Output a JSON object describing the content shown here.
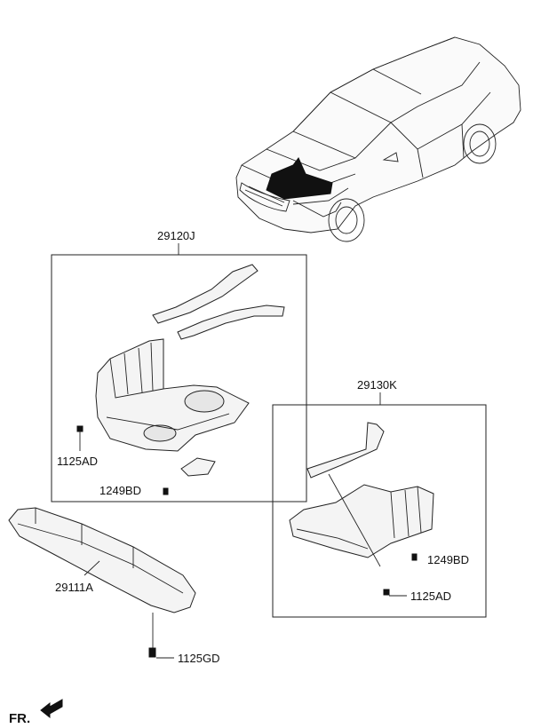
{
  "labels": {
    "assembly_front": "29120J",
    "assembly_rear": "29130K",
    "front_cover": "29111A",
    "bolt_ad_left": "1125AD",
    "bolt_bd_left": "1249BD",
    "bolt_bd_right": "1249BD",
    "bolt_ad_right": "1125AD",
    "bolt_gd": "1125GD",
    "direction": "FR."
  },
  "icons": {
    "direction_arrow": "arrow-left-icon",
    "vehicle": "sedan-icon"
  }
}
